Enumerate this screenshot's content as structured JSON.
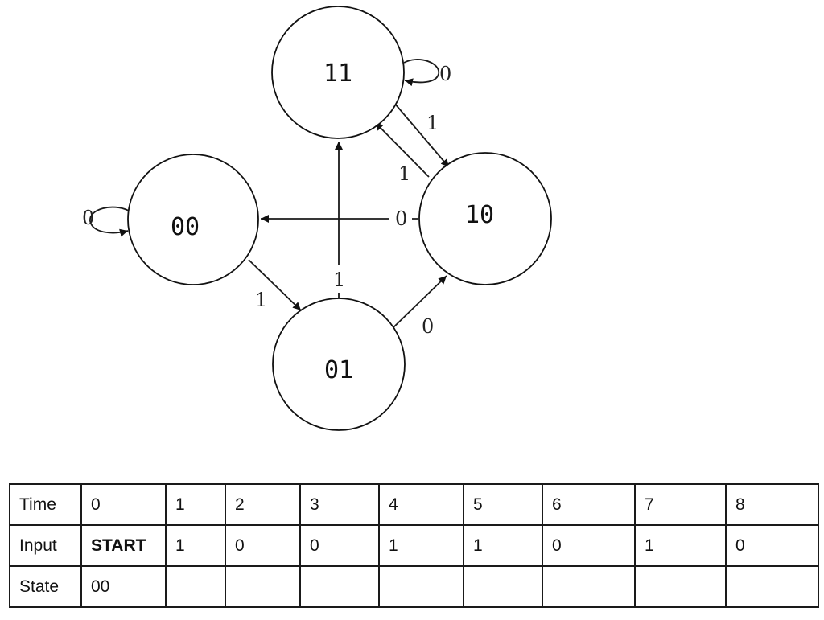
{
  "states": [
    {
      "id": "n11",
      "label": "11"
    },
    {
      "id": "n00",
      "label": "00"
    },
    {
      "id": "n10",
      "label": "10"
    },
    {
      "id": "n01",
      "label": "01"
    }
  ],
  "transitions": [
    {
      "from": "11",
      "to": "11",
      "label": "0"
    },
    {
      "from": "11",
      "to": "10",
      "label": "1"
    },
    {
      "from": "10",
      "to": "11",
      "label": "1"
    },
    {
      "from": "10",
      "to": "00",
      "label": "0"
    },
    {
      "from": "00",
      "to": "00",
      "label": "0"
    },
    {
      "from": "00",
      "to": "01",
      "label": "1"
    },
    {
      "from": "01",
      "to": "11",
      "label": "1"
    },
    {
      "from": "01",
      "to": "10",
      "label": "0"
    }
  ],
  "table": {
    "rows": [
      {
        "header": "Time",
        "cells": [
          "0",
          "1",
          "2",
          "3",
          "4",
          "5",
          "6",
          "7",
          "8"
        ]
      },
      {
        "header": "Input",
        "cells": [
          "START",
          "1",
          "0",
          "0",
          "1",
          "1",
          "0",
          "1",
          "0"
        ]
      },
      {
        "header": "State",
        "cells": [
          "00",
          "",
          "",
          "",
          "",
          "",
          "",
          "",
          ""
        ]
      }
    ]
  }
}
